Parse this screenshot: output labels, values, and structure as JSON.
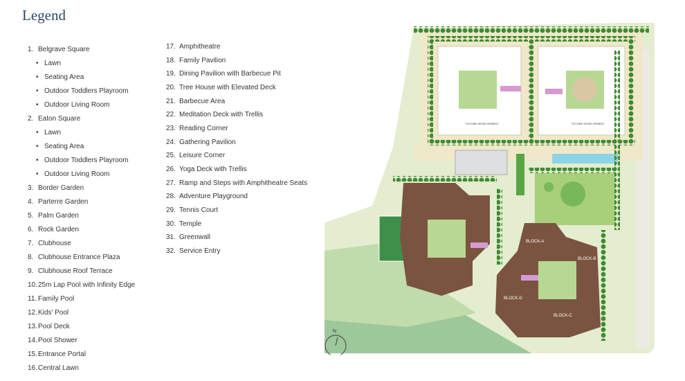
{
  "legend": {
    "title": "Legend",
    "col1": [
      {
        "num": "1.",
        "label": "Belgrave Square"
      },
      {
        "sub": true,
        "label": "Lawn"
      },
      {
        "sub": true,
        "label": "Seating Area"
      },
      {
        "sub": true,
        "label": "Outdoor Toddlers Playroom"
      },
      {
        "sub": true,
        "label": "Outdoor Living Room"
      },
      {
        "num": "2.",
        "label": "Eaton Square"
      },
      {
        "sub": true,
        "label": "Lawn"
      },
      {
        "sub": true,
        "label": "Seating Area"
      },
      {
        "sub": true,
        "label": "Outdoor Toddlers Playroom"
      },
      {
        "sub": true,
        "label": "Outdoor Living Room"
      },
      {
        "num": "3.",
        "label": "Border Garden"
      },
      {
        "num": "4.",
        "label": "Parterre Garden"
      },
      {
        "num": "5.",
        "label": "Palm Garden"
      },
      {
        "num": "6.",
        "label": "Rock Garden"
      },
      {
        "num": "7.",
        "label": "Clubhouse"
      },
      {
        "num": "8.",
        "label": "Clubhouse Entrance Plaza"
      },
      {
        "num": "9.",
        "label": "Clubhouse Roof Terrace"
      },
      {
        "num": "10.",
        "label": "25m Lap Pool with Infinity Edge"
      },
      {
        "num": "11.",
        "label": "Family Pool"
      },
      {
        "num": "12.",
        "label": "Kids' Pool"
      },
      {
        "num": "13.",
        "label": "Pool Deck"
      },
      {
        "num": "14.",
        "label": "Pool Shower"
      },
      {
        "num": "15.",
        "label": "Entrance Portal"
      },
      {
        "num": "16.",
        "label": "Central Lawn"
      }
    ],
    "col2": [
      {
        "num": "17.",
        "label": "Amphitheatre"
      },
      {
        "num": "18.",
        "label": "Family Pavilion"
      },
      {
        "num": "19.",
        "label": "Dining Pavilion with Barbecue Pit"
      },
      {
        "num": "20.",
        "label": "Tree House with Elevated Deck"
      },
      {
        "num": "21.",
        "label": "Barbecue Area"
      },
      {
        "num": "22.",
        "label": "Meditation Deck with Trellis"
      },
      {
        "num": "23.",
        "label": "Reading Corner"
      },
      {
        "num": "24.",
        "label": "Gathering Pavilion"
      },
      {
        "num": "25.",
        "label": "Leisure Corner"
      },
      {
        "num": "26.",
        "label": "Yoga Deck with Trellis"
      },
      {
        "num": "27.",
        "label": "Ramp and Steps with Amphitheatre Seats"
      },
      {
        "num": "28.",
        "label": "Adventure Playground"
      },
      {
        "num": "29.",
        "label": "Tennis Court"
      },
      {
        "num": "30.",
        "label": "Temple"
      },
      {
        "num": "31.",
        "label": "Greenwall"
      },
      {
        "num": "32.",
        "label": "Service Entry"
      }
    ]
  },
  "map": {
    "future_dev_left": "FUTURE DEVELOPMENT",
    "future_dev_right": "FUTURE DEVELOPMENT",
    "block_a": "BLOCK-A",
    "block_b": "BLOCK-B",
    "block_c": "BLOCK-C",
    "block_d": "BLOCK-D",
    "north": "N"
  },
  "colors": {
    "building": "#7a5440",
    "lawn": "#a8cf7a",
    "tree": "#3f8a34",
    "path": "#efe8c9",
    "accent_pink": "#d79ad0",
    "title": "#2c4a63"
  }
}
